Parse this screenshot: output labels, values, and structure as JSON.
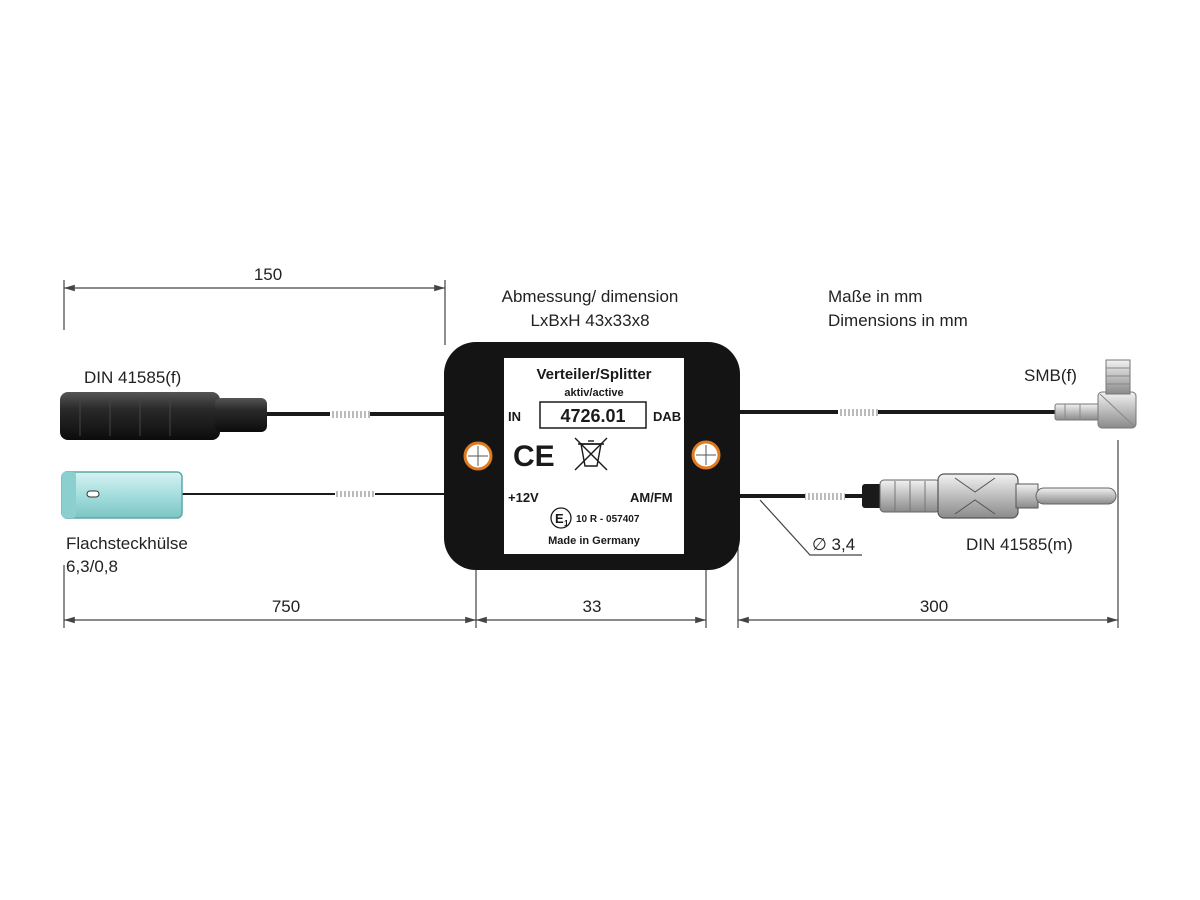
{
  "dimensions": {
    "top_left": "150",
    "bottom_left": "750",
    "bottom_middle": "33",
    "bottom_right": "300",
    "cable_diameter": "∅ 3,4"
  },
  "notes": {
    "center_line1": "Abmessung/ dimension",
    "center_line2": "LxBxH 43x33x8",
    "right_line1": "Maße in mm",
    "right_line2": "Dimensions in mm"
  },
  "connectors": {
    "din_female": "DIN 41585(f)",
    "flat_line1": "Flachsteckhülse",
    "flat_line2": "6,3/0,8",
    "smb": "SMB(f)",
    "din_male": "DIN 41585(m)"
  },
  "label": {
    "title": "Verteiler/Splitter",
    "subtitle": "aktiv/active",
    "part_number": "4726.01",
    "port_in": "IN",
    "port_dab": "DAB",
    "port_power": "+12V",
    "port_amfm": "AM/FM",
    "ce_mark": "CE",
    "emark_letter": "E",
    "emark_sub": "1",
    "approval": "10 R - 057407",
    "made_in": "Made in Germany"
  },
  "colors": {
    "housing": "#141414",
    "cable": "#1a1a1a",
    "screw_ring": "#e07a20",
    "flat_sleeve": "#a5dede",
    "dimension_line": "#444444"
  }
}
